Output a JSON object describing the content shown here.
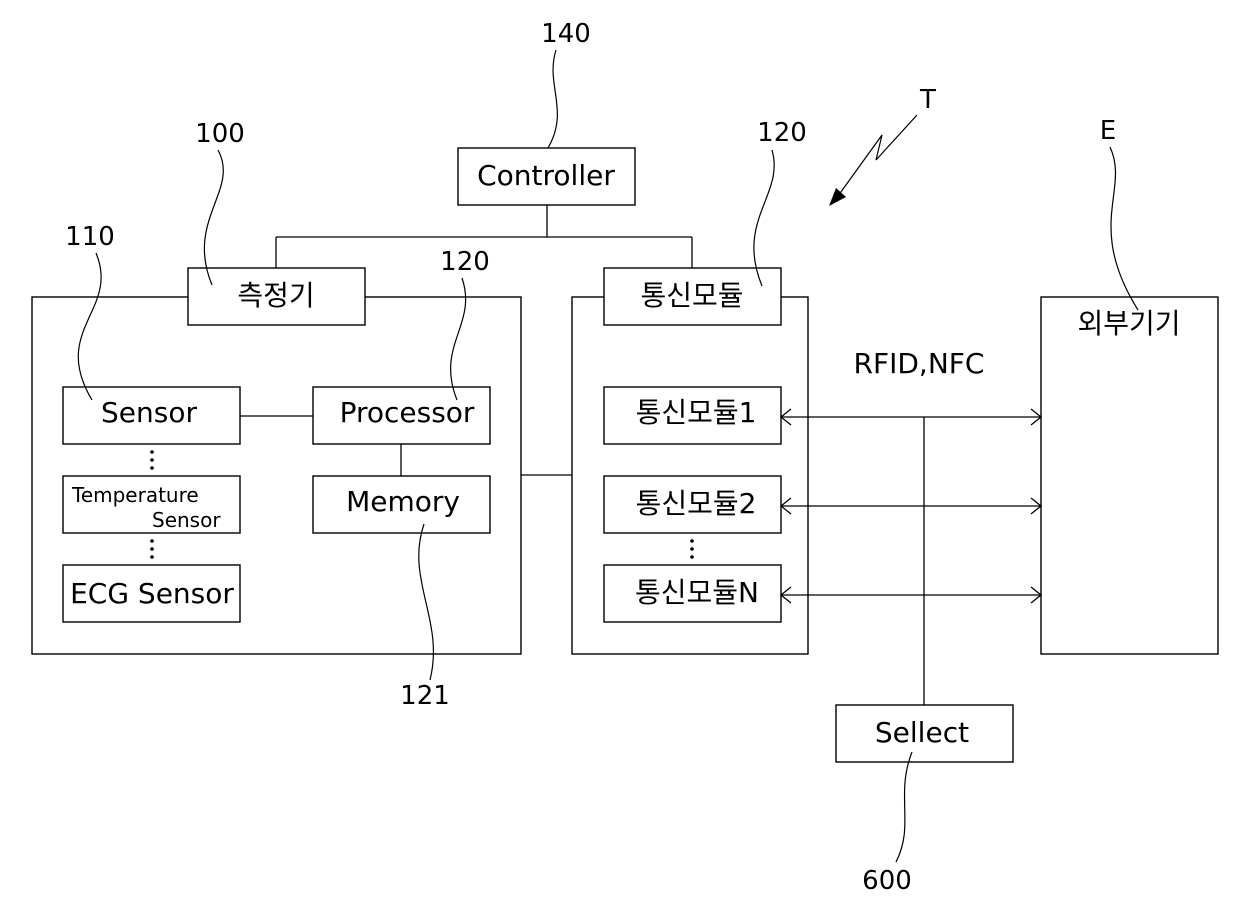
{
  "refs": {
    "r140": "140",
    "r100": "100",
    "r120_top": "120",
    "r110": "110",
    "r120_proc": "120",
    "r121": "121",
    "r600": "600",
    "rT": "T",
    "rE": "E"
  },
  "blocks": {
    "controller": "Controller",
    "measurer": "측정기",
    "comm_module": "통신모듈",
    "sensor": "Sensor",
    "processor": "Processor",
    "temperature_line1": "Temperature",
    "temperature_line2": "Sensor",
    "memory": "Memory",
    "ecg_sensor": "ECG Sensor",
    "comm_module_1": "통신모듈1",
    "comm_module_2": "통신모듈2",
    "comm_module_n": "통신모듈N",
    "external_device": "외부기기",
    "protocol": "RFID,NFC",
    "select": "Sellect"
  }
}
